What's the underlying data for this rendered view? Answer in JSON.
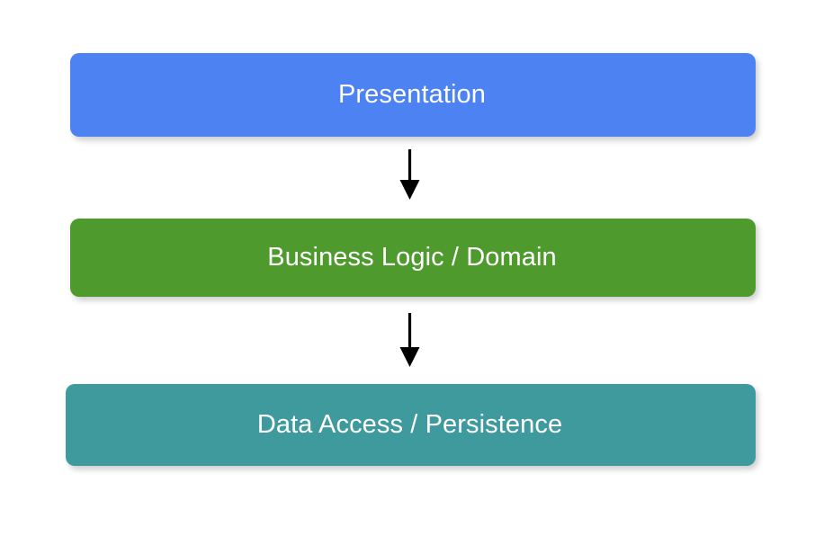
{
  "diagram": {
    "type": "layered-architecture",
    "title": "",
    "background_color": "#ffffff",
    "layers": [
      {
        "id": "presentation",
        "label": "Presentation",
        "color": "#4d82f3",
        "text_color": "#ffffff",
        "order": 1
      },
      {
        "id": "business-logic",
        "label": "Business Logic / Domain",
        "color": "#4e9a2d",
        "text_color": "#ffffff",
        "order": 2
      },
      {
        "id": "data-access",
        "label": "Data Access / Persistence",
        "color": "#3f9a9e",
        "text_color": "#ffffff",
        "order": 3
      }
    ],
    "connectors": [
      {
        "id": "arrow-presentation-to-business",
        "from": "presentation",
        "to": "business-logic",
        "direction": "down",
        "color": "#000000",
        "label": ""
      },
      {
        "id": "arrow-business-to-data",
        "from": "business-logic",
        "to": "data-access",
        "direction": "down",
        "color": "#000000",
        "label": ""
      }
    ]
  }
}
